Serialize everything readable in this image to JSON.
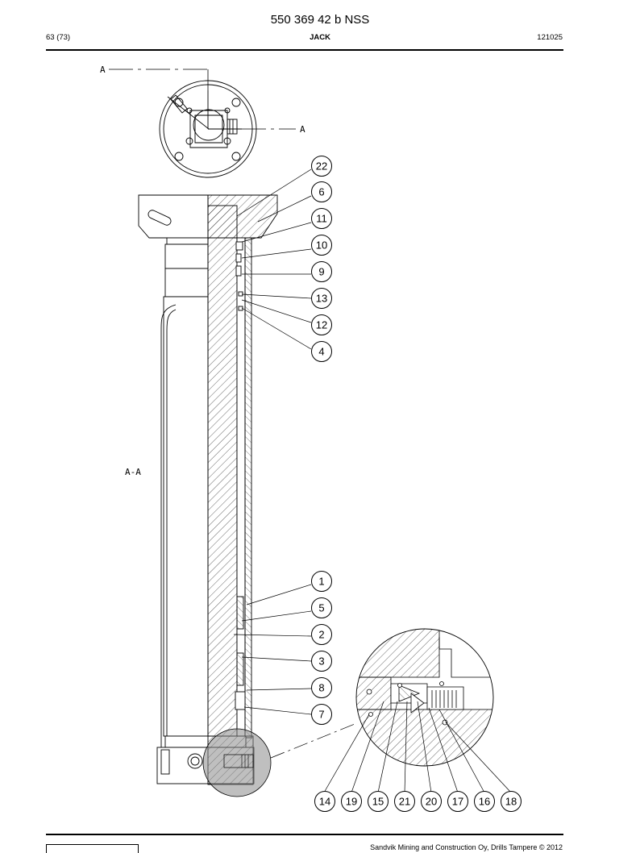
{
  "document": {
    "title": "550 369 42 b NSS",
    "page": "63 (73)",
    "section": "JACK",
    "code": "121025"
  },
  "drawing": {
    "section_markers": [
      "A",
      "A"
    ],
    "section_view_label": "A-A",
    "callouts_right": [
      "22",
      "6",
      "11",
      "10",
      "9",
      "13",
      "12",
      "4",
      "1",
      "5",
      "2",
      "3",
      "8",
      "7"
    ],
    "callouts_bottom": [
      "14",
      "19",
      "15",
      "21",
      "20",
      "17",
      "16",
      "18"
    ]
  },
  "footer": {
    "copyright": "Sandvik Mining and Construction Oy, Drills Tampere © 2012"
  }
}
